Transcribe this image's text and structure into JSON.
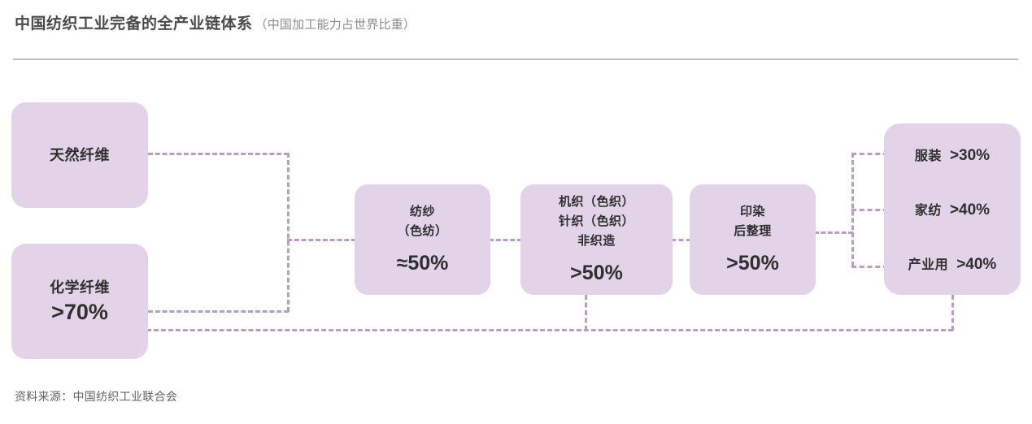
{
  "header": {
    "title": "中国纺织工业完备的全产业链体系",
    "subtitle": "（中国加工能力占世界比重）"
  },
  "footer": {
    "source": "资料来源：中国纺织工业联合会"
  },
  "colors": {
    "box_fill": "#e2d3e8",
    "connector": "#b89ec4",
    "divider": "#bdbdbd",
    "title_text": "#4a4a4a",
    "subtitle_text": "#8c8c8c",
    "box_text": "#2f2f2f",
    "footer_text": "#636363"
  },
  "diagram": {
    "type": "flow-chain",
    "nodes": {
      "natural_fiber": {
        "label": "天然纤维",
        "percent": ""
      },
      "chemical_fiber": {
        "label": "化学纤维",
        "percent": ">70%"
      },
      "spinning": {
        "line1": "纺纱",
        "line2": "（色纺）",
        "percent": "≈50%"
      },
      "fabric": {
        "line1": "机织（色织）",
        "line2": "针织（色织）",
        "line3": "非织造",
        "percent": ">50%"
      },
      "dyeing": {
        "line1": "印染",
        "line2": "后整理",
        "percent": ">50%"
      },
      "end_uses": {
        "rows": [
          {
            "label": "服装",
            "percent": ">30%"
          },
          {
            "label": "家纺",
            "percent": ">40%"
          },
          {
            "label": "产业用",
            "percent": ">40%"
          }
        ]
      }
    }
  }
}
